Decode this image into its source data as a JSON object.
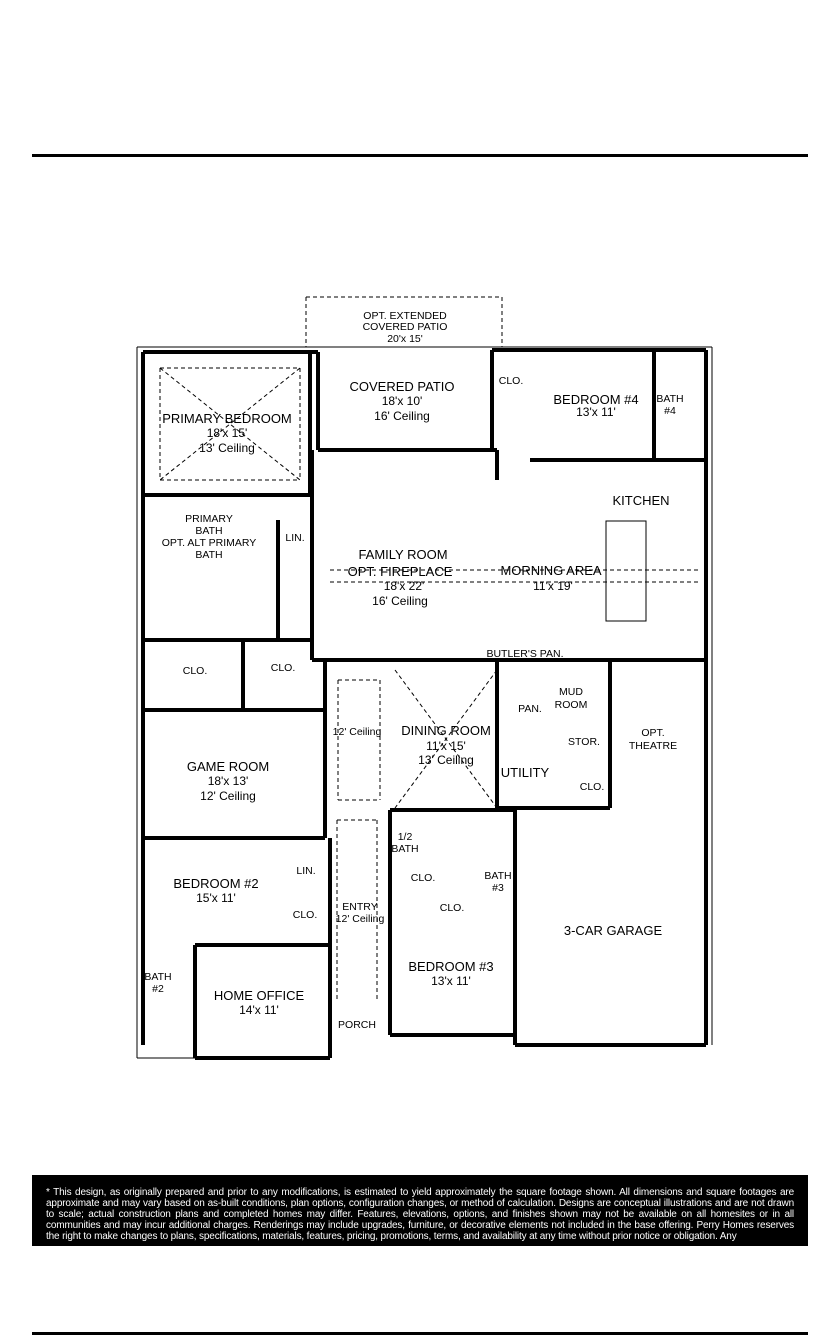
{
  "plan": {
    "opt_patio": {
      "l1": "OPT. EXTENDED",
      "l2": "COVERED PATIO",
      "l3": "20'x 15'"
    },
    "covered_patio": {
      "name": "COVERED PATIO",
      "size": "18'x 10'",
      "ceiling": "16' Ceiling"
    },
    "bedroom4": {
      "name": "BEDROOM #4",
      "size": "13'x 11'"
    },
    "bedroom4_clo": "CLO.",
    "bath4": {
      "l1": "BATH",
      "l2": "#4"
    },
    "primary_bedroom": {
      "name": "PRIMARY BEDROOM",
      "size": "18'x 15'",
      "ceiling": "13' Ceiling"
    },
    "kitchen": "KITCHEN",
    "primary_bath": {
      "l1": "PRIMARY",
      "l2": "BATH",
      "l3": "OPT. ALT PRIMARY",
      "l4": "BATH"
    },
    "primary_lin": "LIN.",
    "family_room": {
      "name": "FAMILY ROOM",
      "opt": "OPT. FIREPLACE",
      "size": "18'x 22'",
      "ceiling": "16' Ceiling"
    },
    "morning_area": {
      "name": "MORNING AREA",
      "size": "11'x 19'"
    },
    "butlers_pan": "BUTLER'S PAN.",
    "primary_clo1": "CLO.",
    "primary_clo2": "CLO.",
    "mud_room": {
      "l1": "MUD",
      "l2": "ROOM"
    },
    "pan": "PAN.",
    "opt_theatre": {
      "l1": "OPT.",
      "l2": "THEATRE"
    },
    "gallery_ceiling": "12' Ceiling",
    "dining_room": {
      "name": "DINING ROOM",
      "size": "11'x 15'",
      "ceiling": "13' Ceiling"
    },
    "game_room": {
      "name": "GAME ROOM",
      "size": "18'x 13'",
      "ceiling": "12' Ceiling"
    },
    "stor": "STOR.",
    "utility": "UTILITY",
    "mud_clo": "CLO.",
    "half_bath": {
      "l1": "1/2",
      "l2": "BATH"
    },
    "bath3": {
      "l1": "BATH",
      "l2": "#3"
    },
    "bath3_clo1": "CLO.",
    "bath3_clo2": "CLO.",
    "bedroom2": {
      "name": "BEDROOM #2",
      "size": "15'x 11'"
    },
    "bedroom2_lin": "LIN.",
    "bedroom2_clo": "CLO.",
    "entry": {
      "name": "ENTRY",
      "ceiling": "12' Ceiling"
    },
    "garage": "3-CAR GARAGE",
    "bedroom3": {
      "name": "BEDROOM #3",
      "size": "13'x 11'"
    },
    "bath2": {
      "l1": "BATH",
      "l2": "#2"
    },
    "home_office": {
      "name": "HOME OFFICE",
      "size": "14'x 11'"
    },
    "porch": "PORCH"
  },
  "disclaimer": "* This design, as originally prepared and prior to any modifications, is estimated to yield approximately the square footage shown. All dimensions and square footages are approximate and may vary based on as-built conditions, plan options, configuration changes, or method of calculation. Designs are conceptual illustrations and are not drawn to scale; actual construction plans and completed homes may differ. Features, elevations, options, and finishes shown may not be available on all homesites or in all communities and may incur additional charges. Renderings may include upgrades, furniture, or decorative elements not included in the base offering. Perry Homes reserves the right to make changes to plans, specifications, materials, features, pricing, promotions, terms, and availability at any time without prior notice or obligation. Any"
}
